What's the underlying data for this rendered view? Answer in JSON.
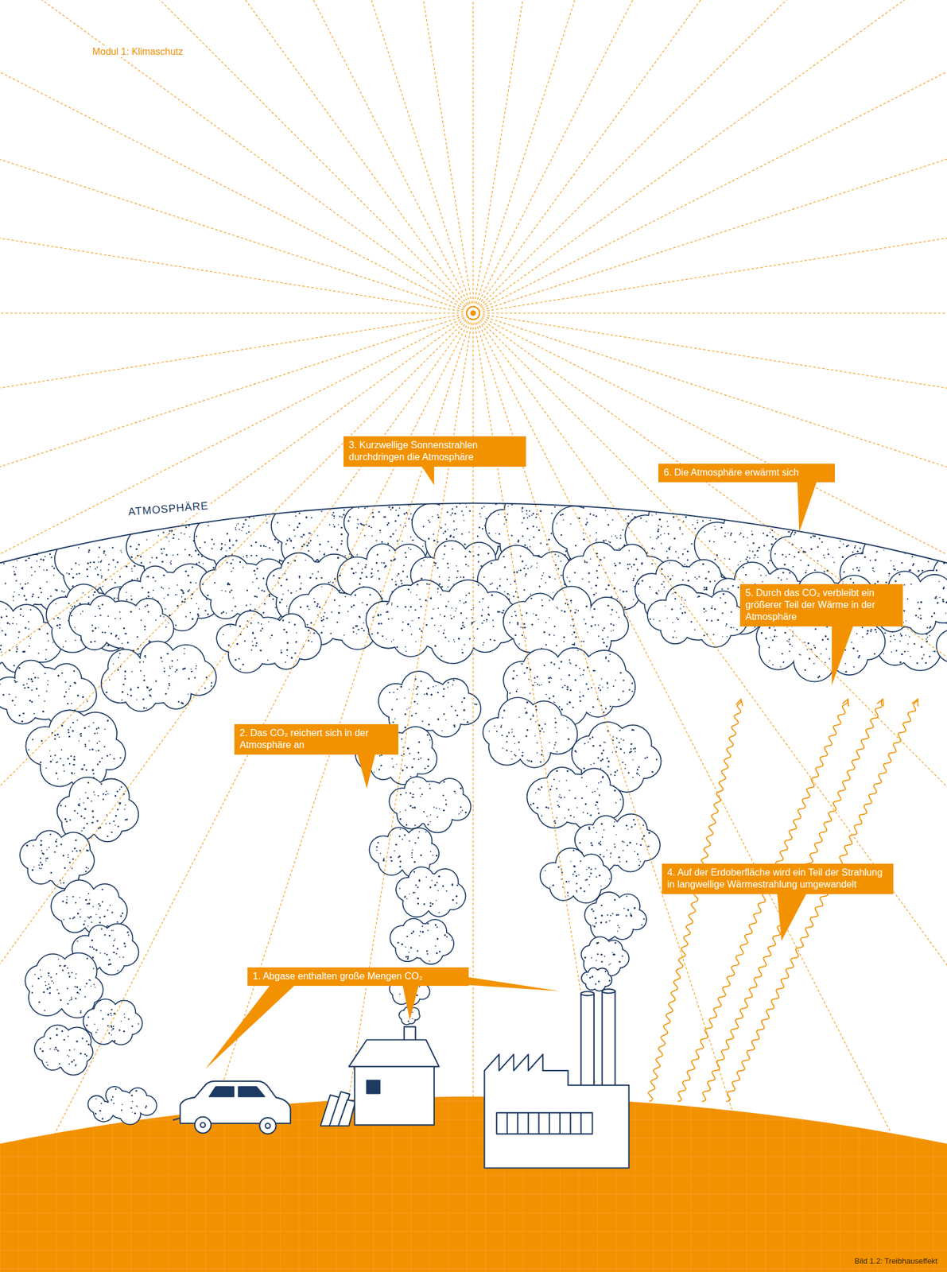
{
  "diagram": {
    "caption": "Bild 1.2: Treibhauseffekt",
    "nodes": [
      {
        "text": [
          "1. Abgase enthalten große Mengen CO₂"
        ]
      },
      {
        "text": [
          "2. Das CO₂ reichert sich in der Atmosphäre an"
        ]
      },
      {
        "text": [
          "3. Kurzwellige Sonnenstrahlen durchdringen die Atmosphäre"
        ]
      },
      {
        "text": [
          "4. Auf der Erdoberfläche wird ein Teil der Strahlung in langwellige Wärmestrahlung umgewandelt"
        ]
      },
      {
        "text": [
          "5. Durch das CO₂ verbleibt ein größerer Teil der Wärme in der Atmosphäre"
        ]
      },
      {
        "text": [
          "6. Die Atmosphäre erwärmt sich"
        ]
      }
    ],
    "labels": [
      "Modul 1: Klimaschutz",
      "ATMOSPHÄRE"
    ]
  }
}
